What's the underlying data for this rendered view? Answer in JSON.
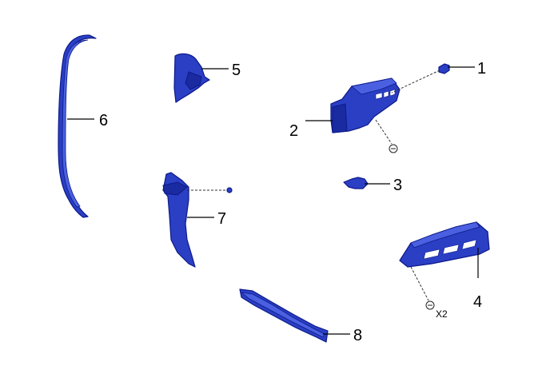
{
  "diagram": {
    "callouts": [
      "1",
      "2",
      "3",
      "4",
      "5",
      "6",
      "7",
      "8"
    ],
    "quantity_note": "X2"
  },
  "colors": {
    "part_fill": "#2a3fc4",
    "part_outline": "#0d1a8a",
    "background": "#ffffff"
  }
}
